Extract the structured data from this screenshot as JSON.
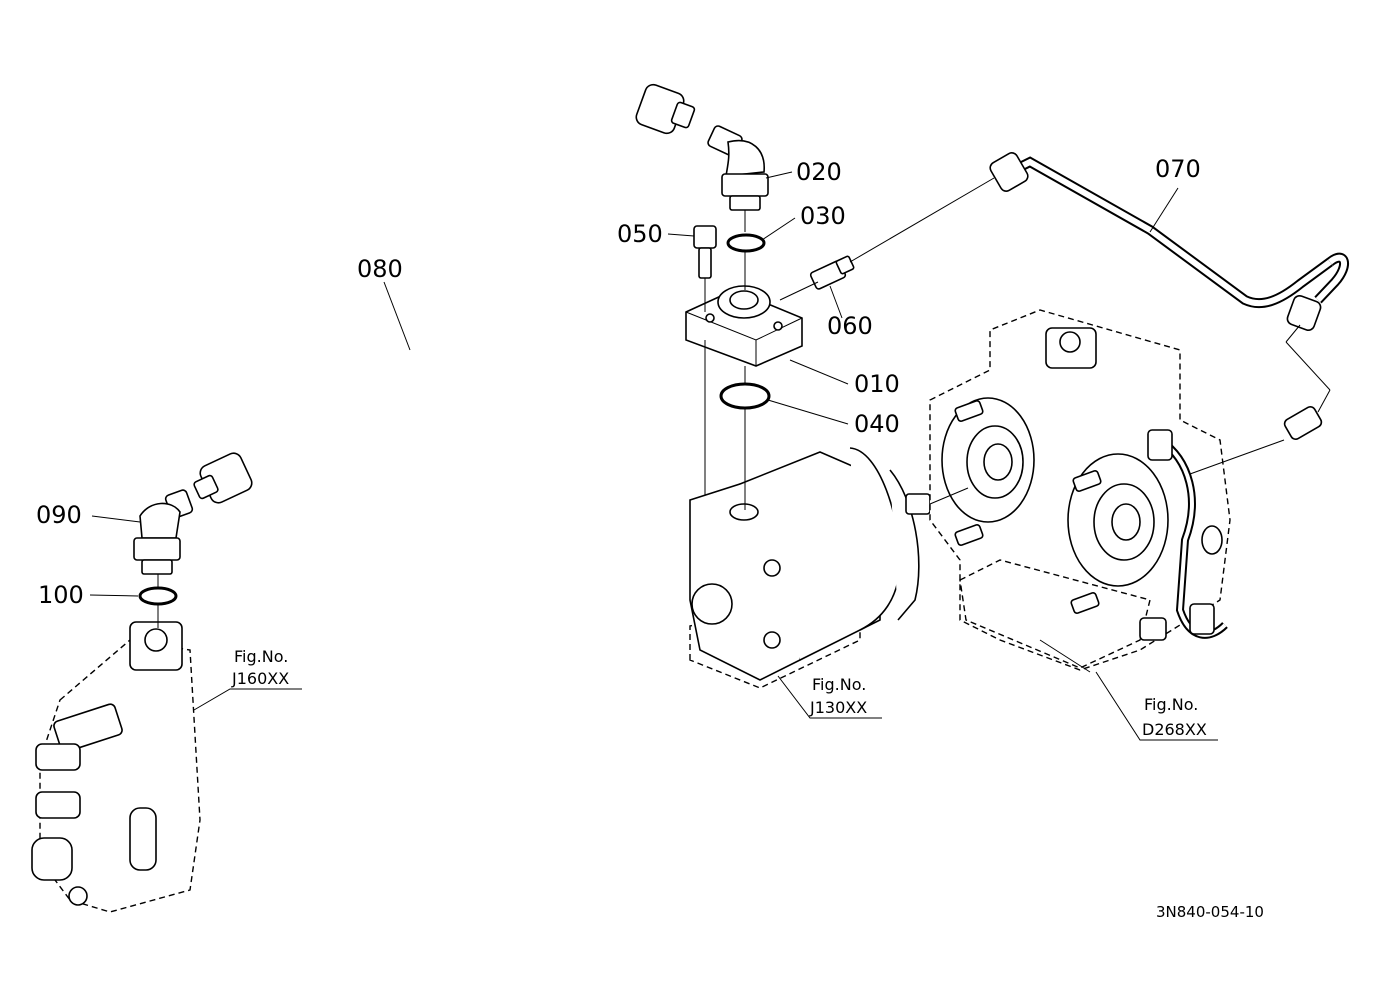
{
  "callouts": {
    "c010": "010",
    "c020": "020",
    "c030": "030",
    "c040": "040",
    "c050": "050",
    "c060": "060",
    "c070": "070",
    "c080": "080",
    "c090": "090",
    "c100": "100"
  },
  "refs": {
    "j160": {
      "title": "Fig.No.",
      "code": "J160XX"
    },
    "j130": {
      "title": "Fig.No.",
      "code": "J130XX"
    },
    "d268": {
      "title": "Fig.No.",
      "code": "D268XX"
    }
  },
  "drawing_code": "3N840-054-10"
}
